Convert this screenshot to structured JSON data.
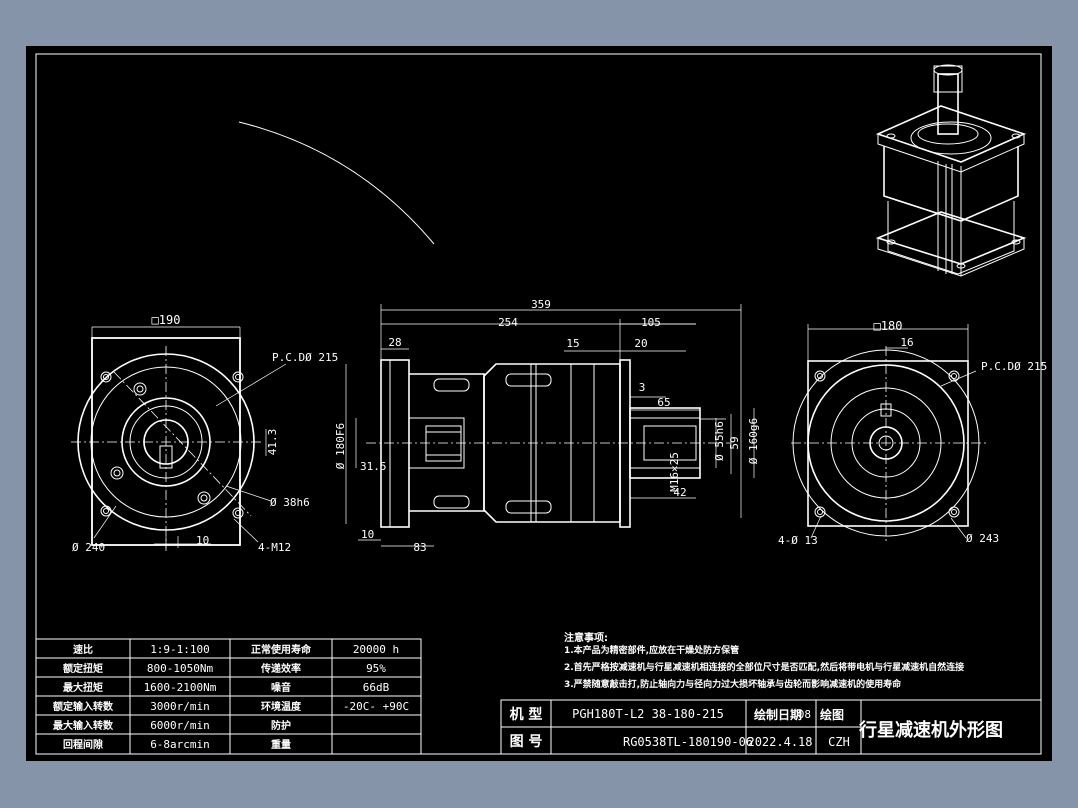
{
  "front_view": {
    "square": "□190",
    "pcd": "P.C.DØ 215",
    "hole_dim": "41.3",
    "pilot": "Ø 38h6",
    "diameter": "Ø 240",
    "offset": "10",
    "holes": "4-M12"
  },
  "side_view": {
    "overall": "359",
    "body": "254",
    "shaft_len": "105",
    "flange": "28",
    "d15": "15",
    "d20": "20",
    "d3": "3",
    "d65": "65",
    "bore": "Ø 180F6",
    "d315": "31.5",
    "d10": "10",
    "d83": "83",
    "d42": "42",
    "key": "M16×25",
    "d5": "Ø 55h6",
    "d59": "59",
    "d160": "Ø 160g6"
  },
  "rear_view": {
    "square": "□180",
    "d16": "16",
    "pcd": "P.C.DØ 215",
    "holes": "4-Ø 13",
    "diameter": "Ø 243"
  },
  "notes": {
    "title": "注意事项:",
    "lines": [
      "1.本产品为精密部件,应放在干燥处防方保管",
      "2.首先严格按减速机与行星减速机相连接的全部位尺寸是否匹配,然后将带电机与行星减速机自然连接",
      "3.严禁随意敲击打,防止轴向力与径向力过大损坏轴承与齿轮而影响减速机的使用寿命"
    ]
  },
  "spec_table": [
    [
      "速比",
      "1:9-1:100",
      "正常使用寿命",
      "20000  h"
    ],
    [
      "额定扭矩",
      "800-1050Nm",
      "传递效率",
      "95%"
    ],
    [
      "最大扭矩",
      "1600-2100Nm",
      "噪音",
      "66dB"
    ],
    [
      "额定输入转数",
      "3000r/min",
      "环境温度",
      "-20C- +90C"
    ],
    [
      "最大输入转数",
      "6000r/min",
      "防护",
      ""
    ],
    [
      "回程间隙",
      "6-8arcmin",
      "重量",
      ""
    ]
  ],
  "title_block": {
    "model_label": "机 型",
    "model": "PGH180T-L2 38-180-215",
    "drawing_label": "图 号",
    "drawing": "RG0538TL-180190-06",
    "date_label": "绘制日期",
    "version": "08",
    "date": "2022.4.18",
    "drawer_label": "绘图",
    "drawer": "CZH",
    "title": "行星减速机外形图"
  }
}
